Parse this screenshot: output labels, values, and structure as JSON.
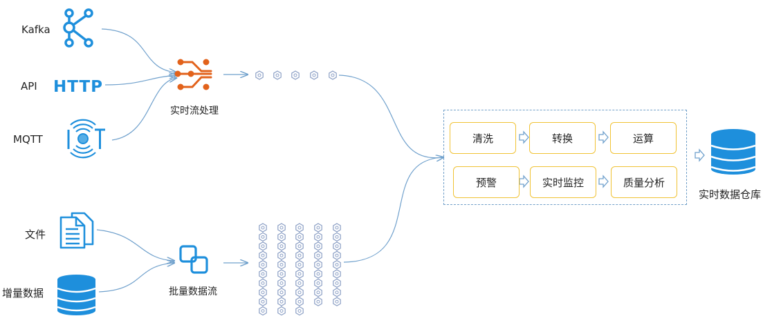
{
  "sources": {
    "kafka": "Kafka",
    "api": "API",
    "api_icon_text": "HTTP",
    "mqtt": "MQTT",
    "file": "文件",
    "incremental": "增量数据"
  },
  "processors": {
    "stream": "实时流处理",
    "batch": "批量数据流"
  },
  "pipeline": {
    "row1": [
      "清洗",
      "转换",
      "运算"
    ],
    "row2": [
      "预警",
      "实时监控",
      "质量分析"
    ]
  },
  "target": "实时数据仓库",
  "colors": {
    "blue": "#1e8fdc",
    "orange": "#e2621b",
    "line": "#6fa0cc",
    "box_border": "#f0c233",
    "dot": "#8a9ec4"
  },
  "icons": [
    "kafka-icon",
    "http-icon",
    "iot-icon",
    "stream-process-icon",
    "file-icon",
    "database-icon",
    "batch-stream-icon",
    "warehouse-icon",
    "arrow-right-icon"
  ]
}
